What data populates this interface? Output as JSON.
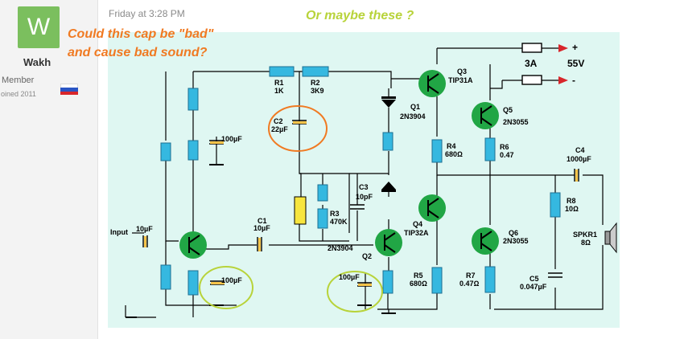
{
  "user": {
    "avatar_letter": "W",
    "name": "Wakh",
    "role": "Member",
    "joined": "oined 2011",
    "flag": "russia-flag"
  },
  "post": {
    "date": "Friday at 3:28 PM",
    "overlay_text": "Or maybe these ?",
    "note_line1": "Could this cap be \"bad\"",
    "note_line2": "and cause bad sound?"
  },
  "schematic": {
    "fuse_label": "3A",
    "voltage": "55V",
    "plus": "+",
    "minus": "-",
    "input_label": "Input",
    "input_cap": "10µF",
    "r1": {
      "name": "R1",
      "value": "1K"
    },
    "r2": {
      "name": "R2",
      "value": "3K9"
    },
    "r3": {
      "name": "R3",
      "value": "470K"
    },
    "r4": {
      "name": "R4",
      "value": "680Ω"
    },
    "r5": {
      "name": "R5",
      "value": "680Ω"
    },
    "r6": {
      "name": "R6",
      "value": "0.47"
    },
    "r7": {
      "name": "R7",
      "value": "0.47Ω"
    },
    "r8": {
      "name": "R8",
      "value": "10Ω"
    },
    "c1": {
      "name": "C1",
      "value": "10µF"
    },
    "c2": {
      "name": "C2",
      "value": "22µF"
    },
    "c3": {
      "name": "C3",
      "value": "10pF"
    },
    "c4": {
      "name": "C4",
      "value": "1000µF"
    },
    "c5": {
      "name": "C5",
      "value": "0.047µF"
    },
    "cap_top_left": "100µF",
    "cap_bottom_left": "100µF",
    "cap_bottom_mid": "100µF",
    "q1": {
      "name": "Q1",
      "part": "2N3904"
    },
    "q2_part": "2N3904",
    "q2_label": "Q2",
    "q3": {
      "name": "Q3",
      "part": "TIP31A"
    },
    "q4": {
      "name": "Q4",
      "part": "TIP32A"
    },
    "q5": {
      "name": "Q5",
      "part": "2N3055"
    },
    "q6": {
      "name": "Q6",
      "part": "2N3055"
    },
    "spkr": {
      "name": "SPKR1",
      "value": "8Ω"
    }
  },
  "colors": {
    "schematic_bg": "#dff7f2",
    "component": "#35b8e0",
    "transistor": "#21a645",
    "highlight_orange": "#f07a22",
    "highlight_green": "#b8d33a"
  }
}
